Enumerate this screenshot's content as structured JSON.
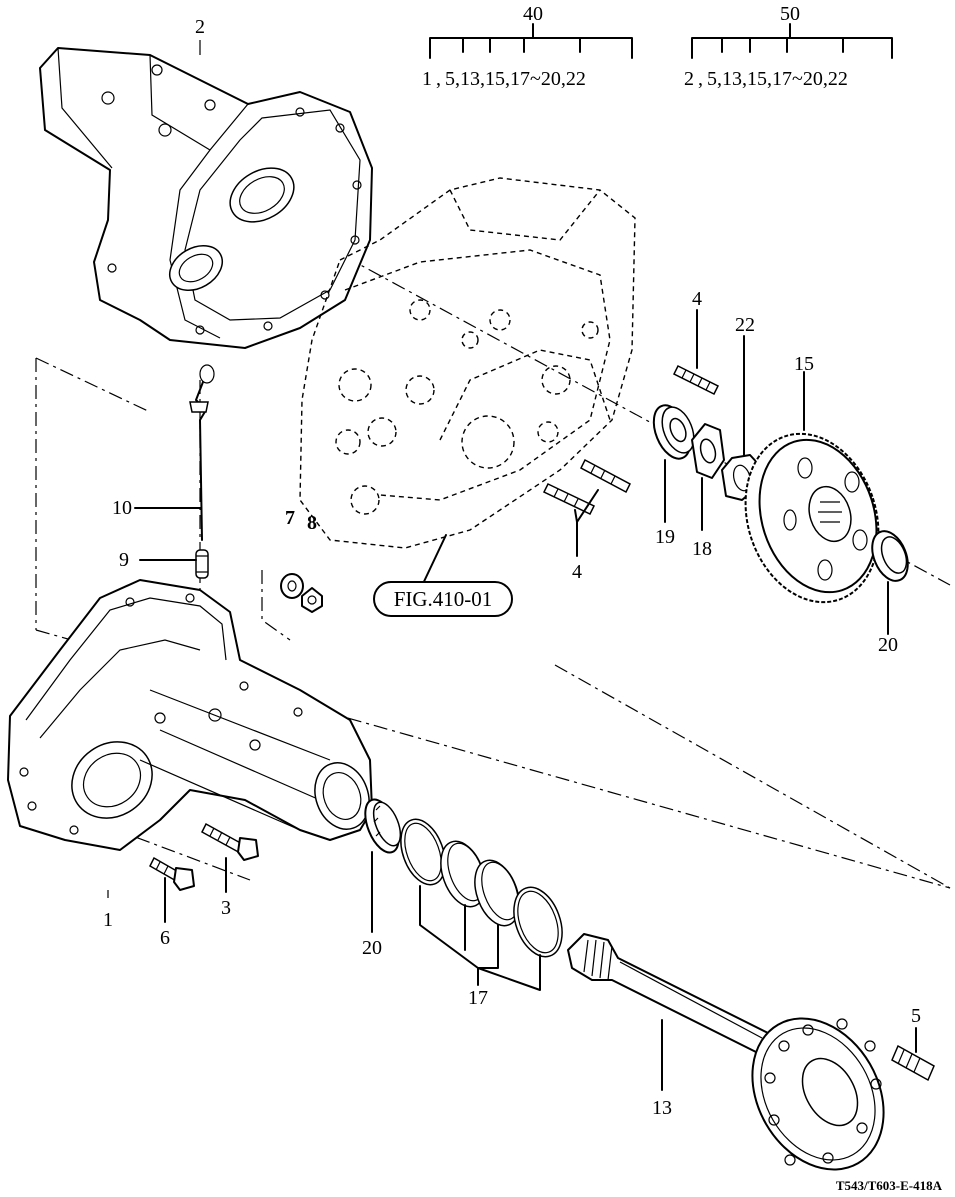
{
  "groups": [
    {
      "number": "40",
      "members": "1 , 5,13,15,17~20,22"
    },
    {
      "number": "50",
      "members": "2 , 5,13,15,17~20,22"
    }
  ],
  "callouts": {
    "p1": "1",
    "p2": "2",
    "p3": "3",
    "p4a": "4",
    "p4b": "4",
    "p5": "5",
    "p6": "6",
    "p7": "7",
    "p8": "8",
    "p9": "9",
    "p10": "10",
    "p13": "13",
    "p15": "15",
    "p17": "17",
    "p18": "18",
    "p19": "19",
    "p20a": "20",
    "p20b": "20",
    "p22": "22"
  },
  "figure_reference": "FIG.410-01",
  "drawing_code": "T543/T603-E-418A"
}
